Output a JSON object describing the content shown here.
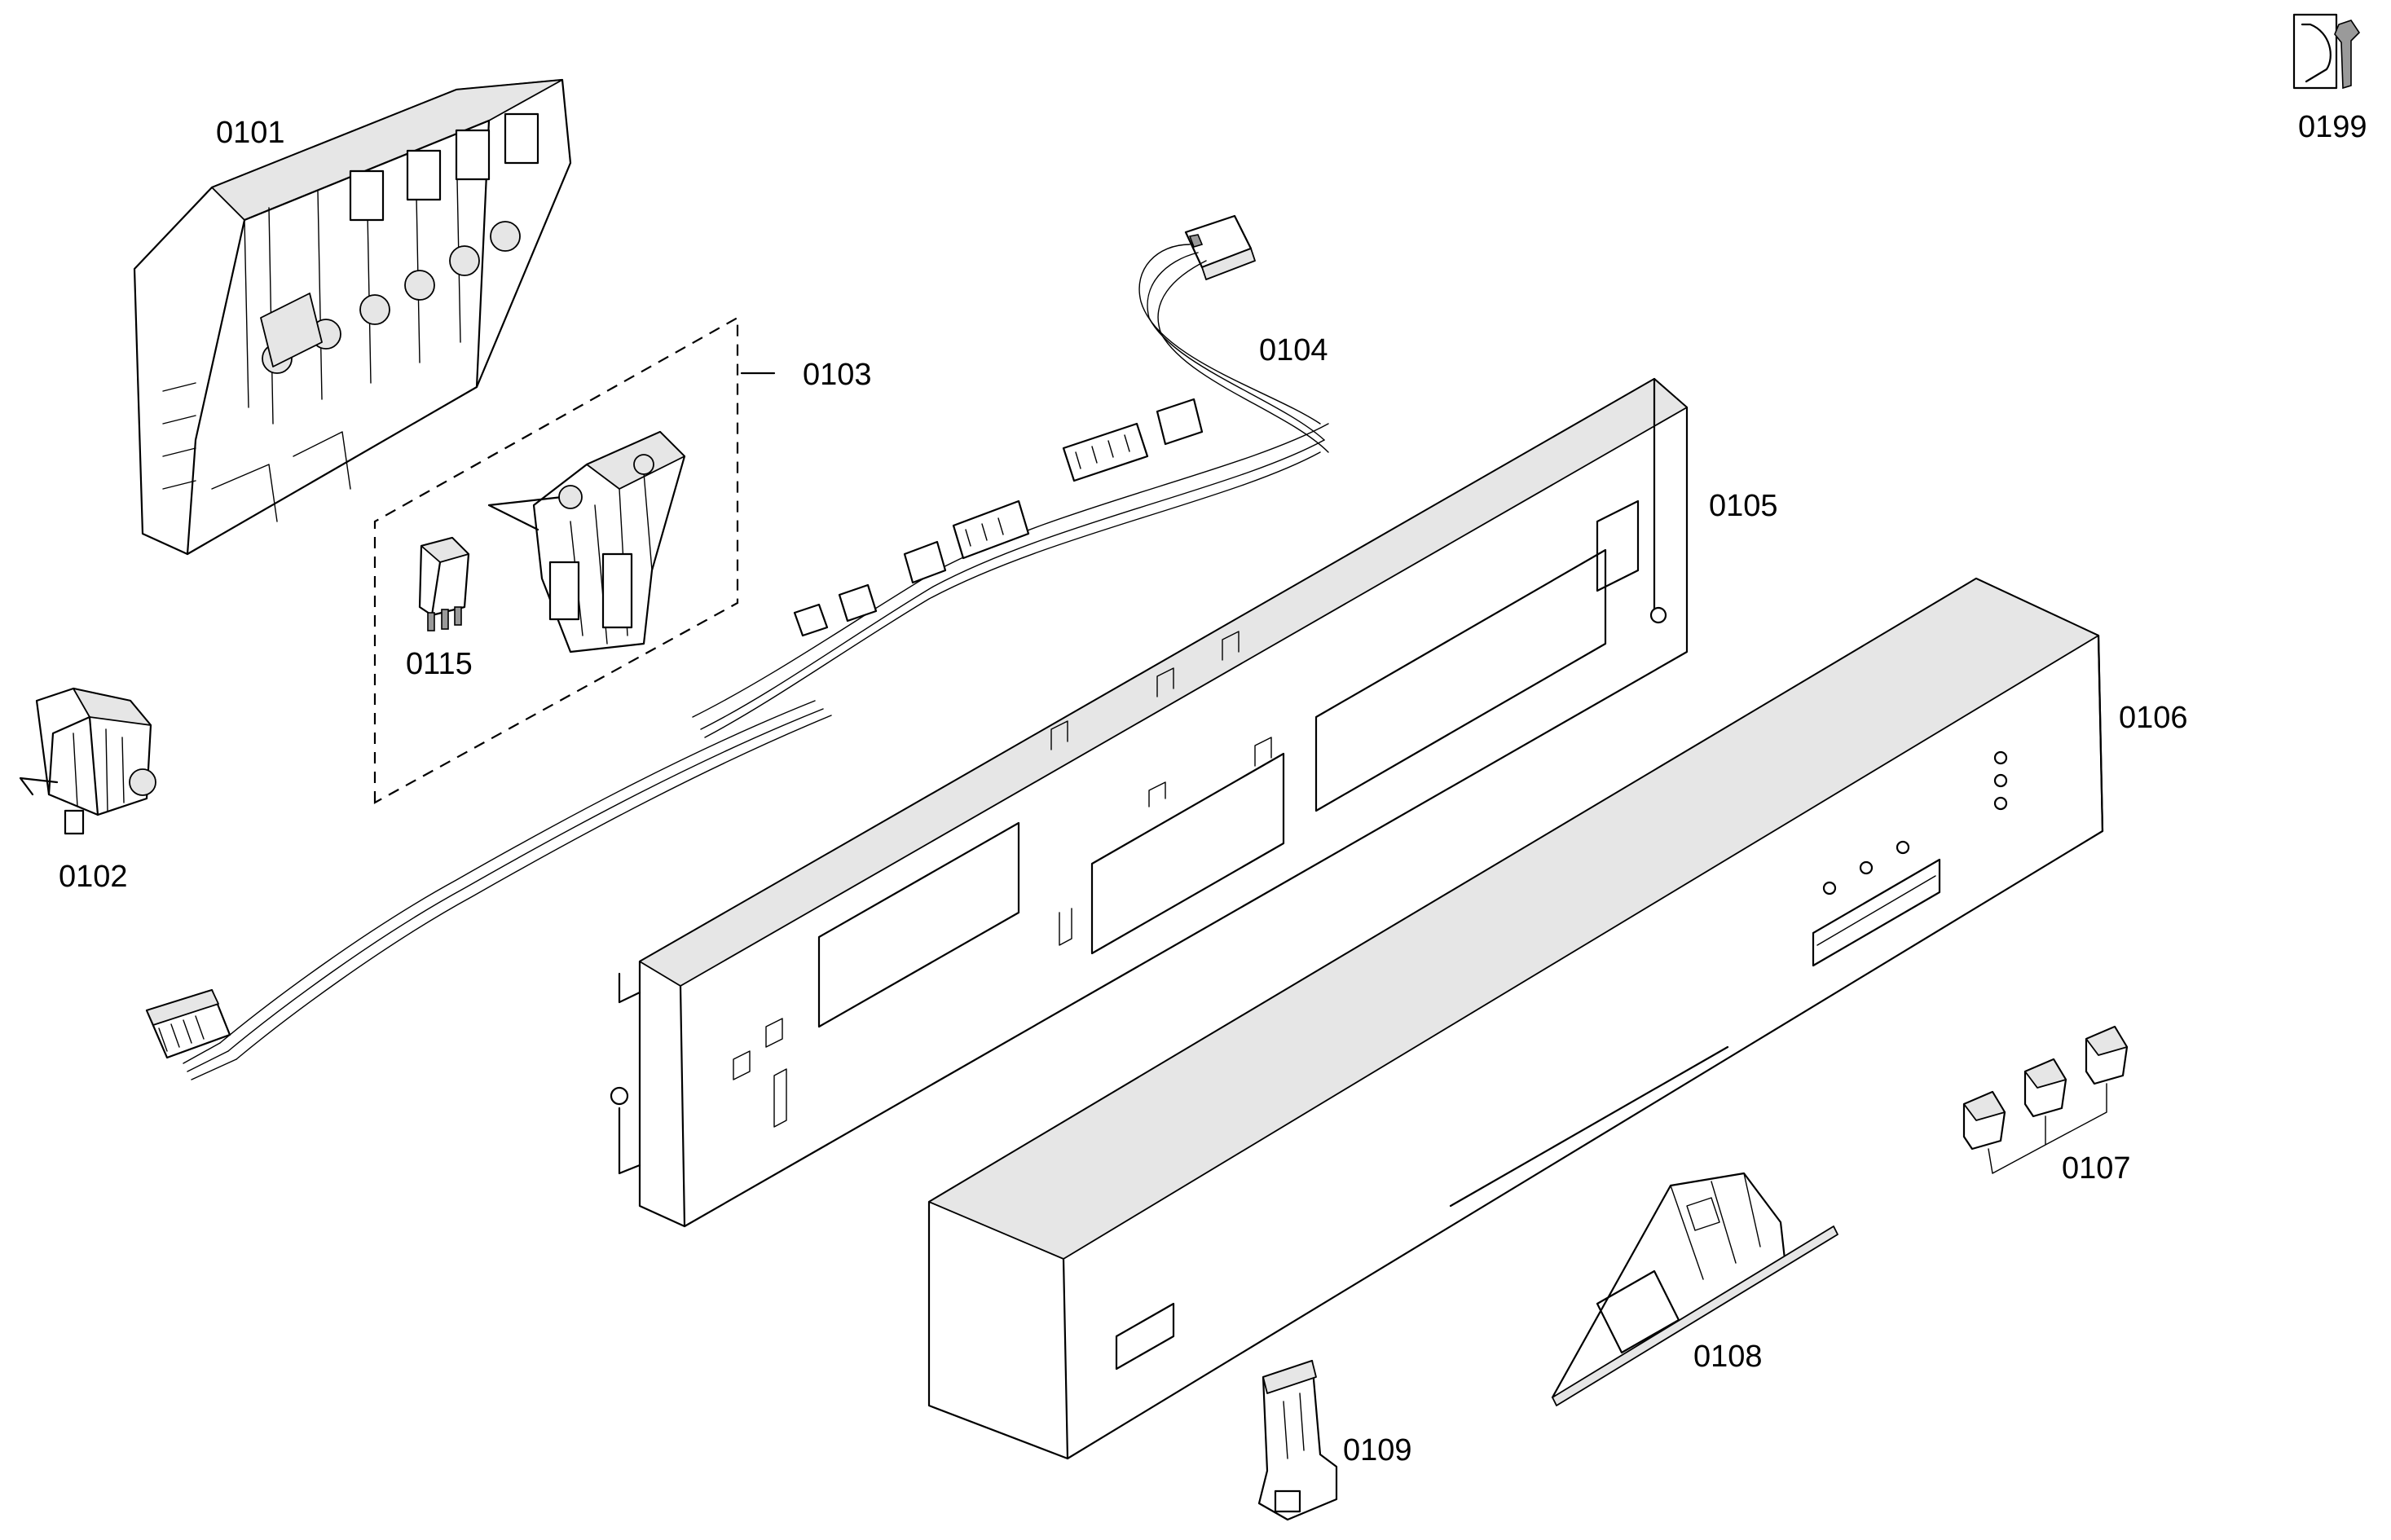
{
  "labels": {
    "p0101": "0101",
    "p0102": "0102",
    "p0103": "0103",
    "p0104": "0104",
    "p0105": "0105",
    "p0106": "0106",
    "p0107": "0107",
    "p0108": "0108",
    "p0109": "0109",
    "p0115": "0115",
    "p0199": "0199"
  },
  "icons": {
    "service_kit": "wrench-icon"
  }
}
